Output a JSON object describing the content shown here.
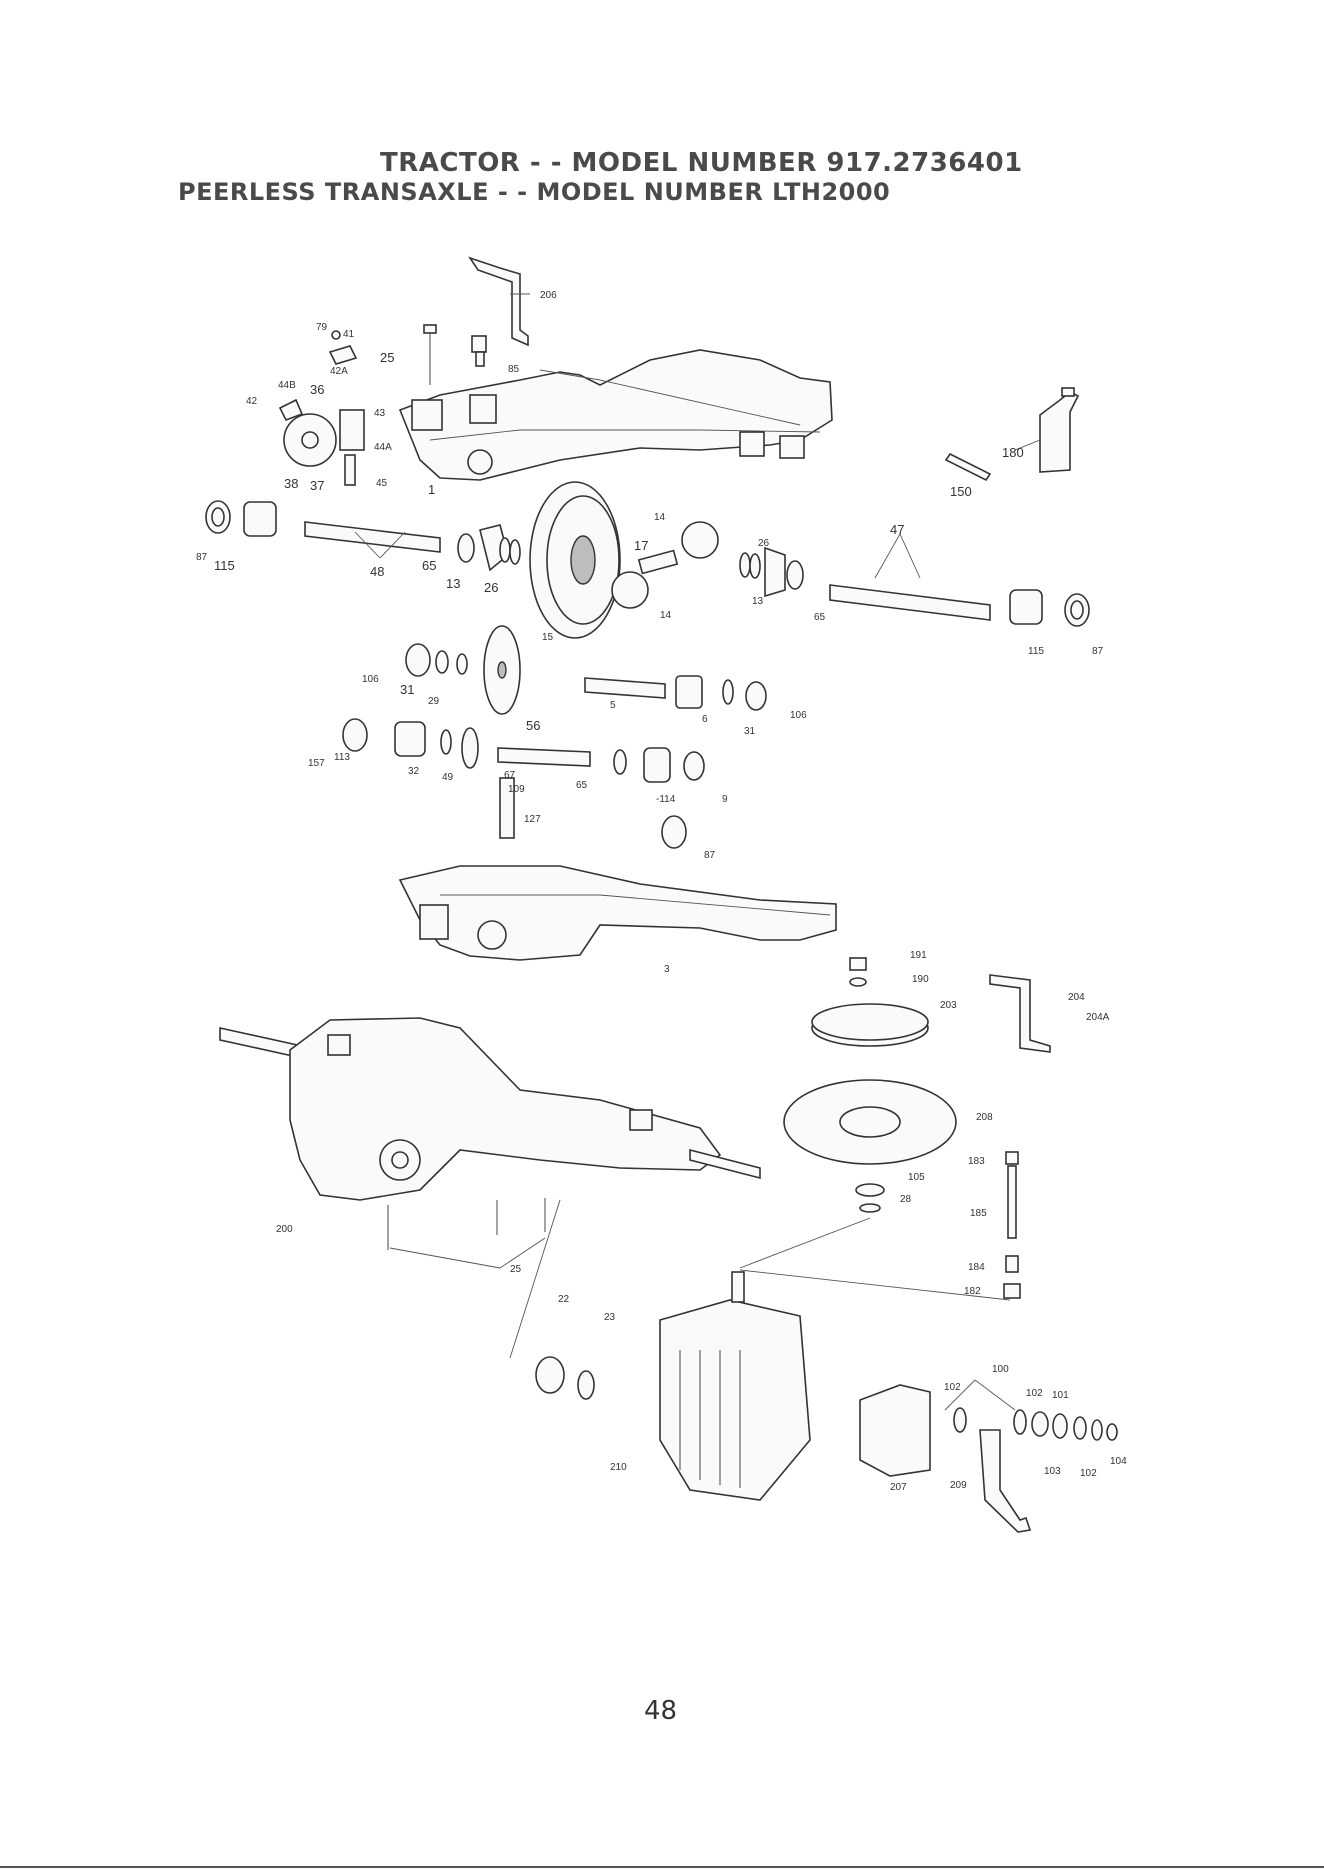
{
  "page": {
    "title_line1": "TRACTOR - - MODEL NUMBER 917.2736401",
    "title_line2": "PEERLESS TRANSAXLE - - MODEL NUMBER LTH2000",
    "page_number": "48"
  },
  "labels": {
    "206": "206",
    "79": "79",
    "41": "41",
    "25a": "25",
    "85": "85",
    "42A": "42A",
    "44B": "44B",
    "36": "36",
    "42": "42",
    "43": "43",
    "44A": "44A",
    "38": "38",
    "37": "37",
    "45": "45",
    "1": "1",
    "180": "180",
    "150": "150",
    "87a": "87",
    "115a": "115",
    "48": "48",
    "65a": "65",
    "13a": "13",
    "26a": "26",
    "14a": "14",
    "17": "17",
    "26b": "26",
    "47": "47",
    "14b": "14",
    "13b": "13",
    "65b": "65",
    "15": "15",
    "115b": "115",
    "87b": "87",
    "106a": "106",
    "31a": "31",
    "29": "29",
    "5": "5",
    "6": "6",
    "31b": "31",
    "106b": "106",
    "56": "56",
    "157": "157",
    "113": "113",
    "32": "32",
    "49": "49",
    "67": "67",
    "109": "109",
    "65c": "65",
    "114": "-114",
    "9": "9",
    "127": "127",
    "87c": "87",
    "3": "3",
    "191": "191",
    "190": "190",
    "203": "203",
    "204": "204",
    "204A": "204A",
    "208": "208",
    "183": "183",
    "105": "105",
    "28": "28",
    "185": "185",
    "200": "200",
    "25b": "25",
    "184": "184",
    "182": "182",
    "22": "22",
    "23": "23",
    "100": "100",
    "102a": "102",
    "102b": "102",
    "101": "101",
    "210": "210",
    "207": "207",
    "209": "209",
    "103": "103",
    "102c": "102",
    "104": "104"
  }
}
